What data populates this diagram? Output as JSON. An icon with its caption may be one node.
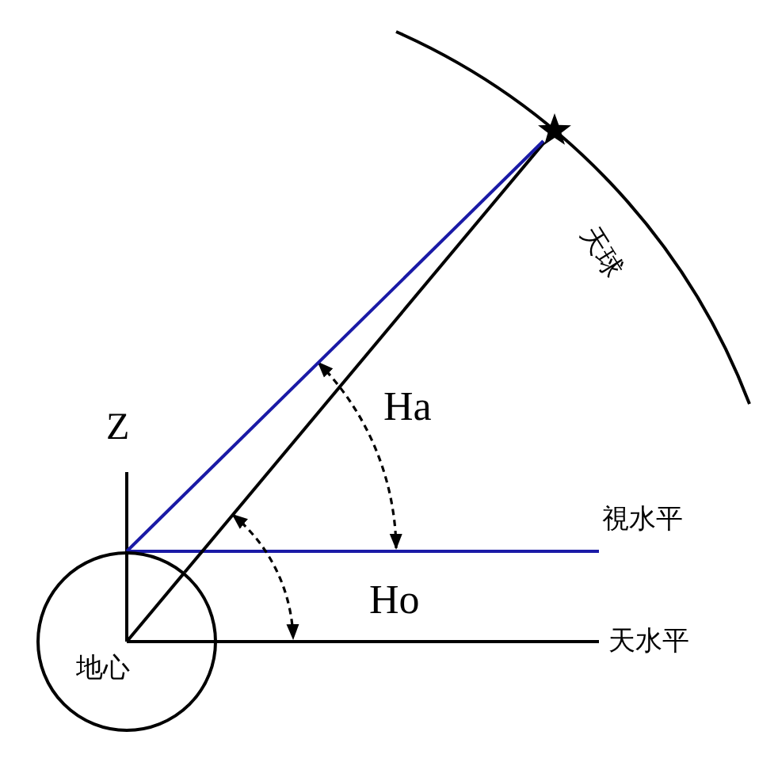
{
  "diagram": {
    "nodes": [
      {
        "text": [
          "地心"
        ]
      },
      {
        "text": [],
        "shape": "star"
      }
    ],
    "edges": [
      {
        "from": 0,
        "to": 1,
        "arrow": "none"
      },
      {
        "from": 0,
        "to": 1,
        "arrow": "none",
        "color": "#1a1aa6"
      }
    ],
    "labels": [
      "Z",
      "天球",
      "Ha",
      "視水平",
      "Ho",
      "天水平"
    ]
  }
}
